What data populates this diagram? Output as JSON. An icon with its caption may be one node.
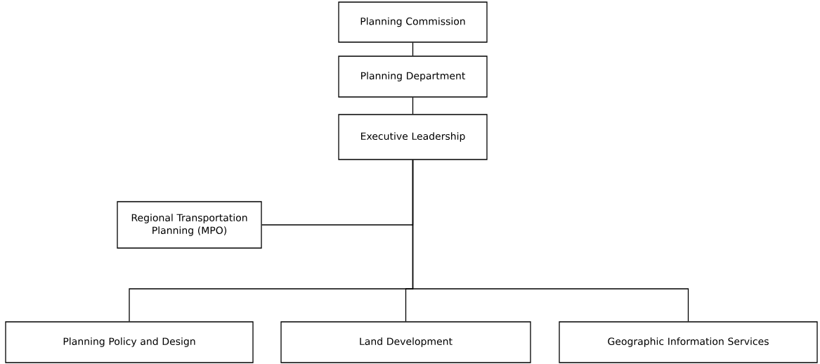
{
  "diagram": {
    "nodes": [
      {
        "text": [
          "Planning Commission"
        ]
      },
      {
        "text": [
          "Planning Department"
        ]
      },
      {
        "text": [
          "Executive Leadership"
        ]
      },
      {
        "text": [
          "Regional Transportation Planning (MPO)"
        ]
      },
      {
        "text": [
          "Planning Policy and Design"
        ]
      },
      {
        "text": [
          "Land Development"
        ]
      },
      {
        "text": [
          "Geographic Information Services"
        ]
      }
    ],
    "edges": [
      {
        "from": 0,
        "to": 1,
        "arrow": "none"
      },
      {
        "from": 1,
        "to": 2,
        "arrow": "none"
      },
      {
        "from": 2,
        "to": 3,
        "arrow": "none"
      },
      {
        "from": 2,
        "to": 4,
        "arrow": "none"
      },
      {
        "from": 2,
        "to": 5,
        "arrow": "none"
      },
      {
        "from": 2,
        "to": 6,
        "arrow": "none"
      }
    ]
  }
}
